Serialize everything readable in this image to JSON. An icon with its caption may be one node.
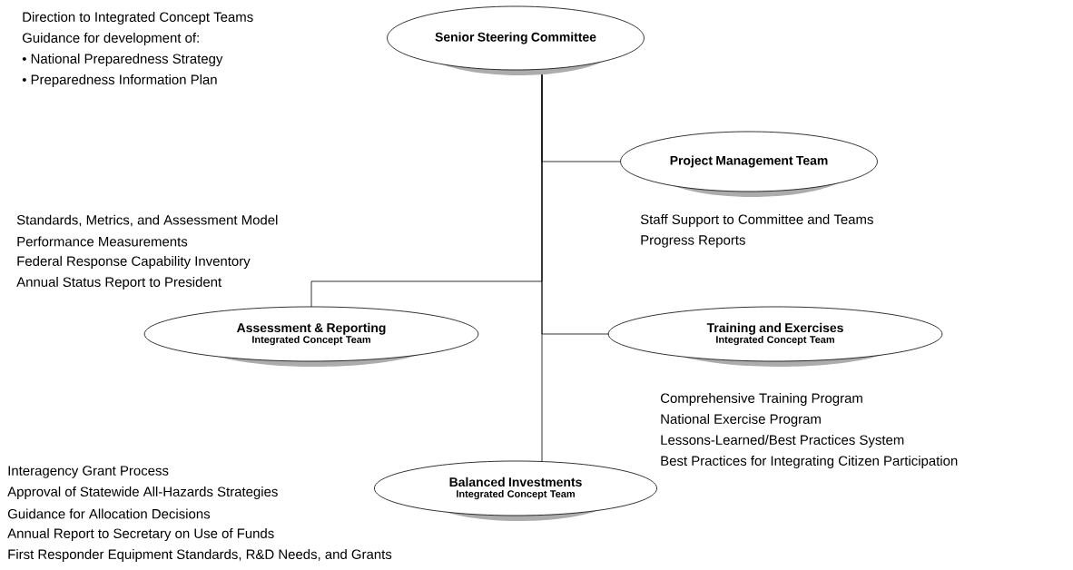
{
  "diagram": {
    "nodes": [
      {
        "text": [
          "Senior Steering Committee"
        ],
        "beside": [
          "Direction to Integrated Concept Teams",
          "Guidance for development of:",
          "• National Preparedness Strategy",
          "• Preparedness Information Plan"
        ]
      },
      {
        "text": [
          "Project Management Team"
        ],
        "beside": [
          "Staff Support to Committee and Teams",
          "Progress Reports"
        ]
      },
      {
        "text": [
          "Assessment & Reporting",
          "Integrated Concept Team"
        ],
        "beside": [
          "Standards, Metrics, and Assessment Model",
          "Performance Measurements",
          "Federal Response Capability Inventory",
          "Annual Status Report to President"
        ]
      },
      {
        "text": [
          "Training and Exercises",
          "Integrated Concept Team"
        ],
        "beside": [
          "Comprehensive Training Program",
          "National Exercise Program",
          "Lessons-Learned/Best Practices System",
          "Best Practices for Integrating Citizen Participation"
        ]
      },
      {
        "text": [
          "Balanced Investments",
          "Integrated Concept Team"
        ],
        "beside": [
          "Interagency Grant Process",
          "Approval of Statewide All-Hazards Strategies",
          "Guidance for Allocation Decisions",
          "Annual Report to Secretary on Use of Funds",
          "First Responder Equipment Standards, R&D Needs, and Grants"
        ]
      }
    ],
    "edges": [
      {
        "from": 0,
        "to": 1,
        "arrow": "none"
      },
      {
        "from": 0,
        "to": 2,
        "arrow": "none"
      },
      {
        "from": 0,
        "to": 3,
        "arrow": "none"
      },
      {
        "from": 0,
        "to": 4,
        "arrow": "none"
      }
    ]
  }
}
